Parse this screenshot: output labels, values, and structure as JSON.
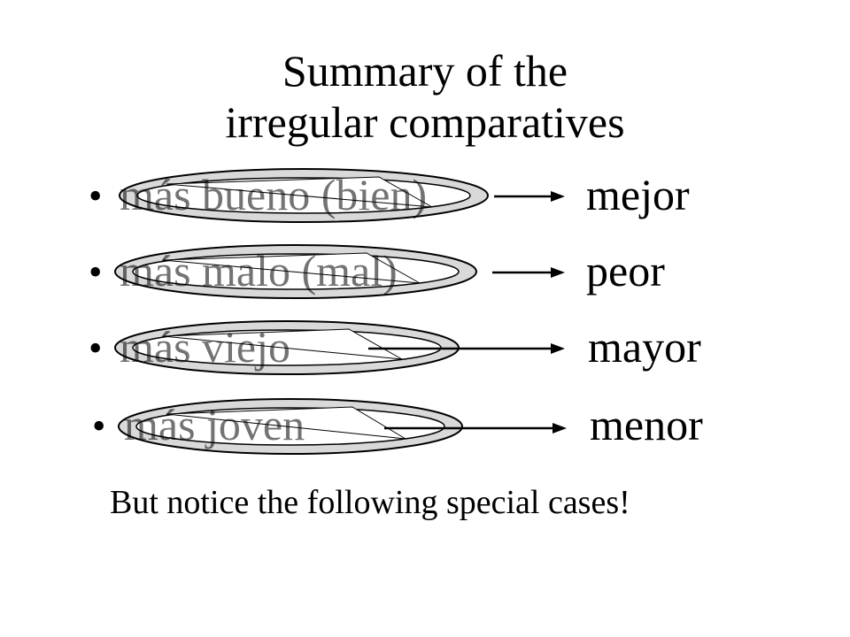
{
  "slide": {
    "title_line1": "Summary of the",
    "title_line2": "irregular comparatives",
    "bullet_glyph": "•",
    "rows": [
      {
        "phrase": "más bueno (bien)",
        "result": "mejor"
      },
      {
        "phrase": "más malo (mal)",
        "result": "peor"
      },
      {
        "phrase": "más viejo",
        "result": "mayor"
      },
      {
        "phrase": "más joven",
        "result": "menor"
      }
    ],
    "note": "But notice the following special cases!",
    "colors": {
      "ring_fill": "#d9d9d9",
      "ring_stroke": "#000000",
      "text": "#000000",
      "background": "#ffffff"
    }
  }
}
